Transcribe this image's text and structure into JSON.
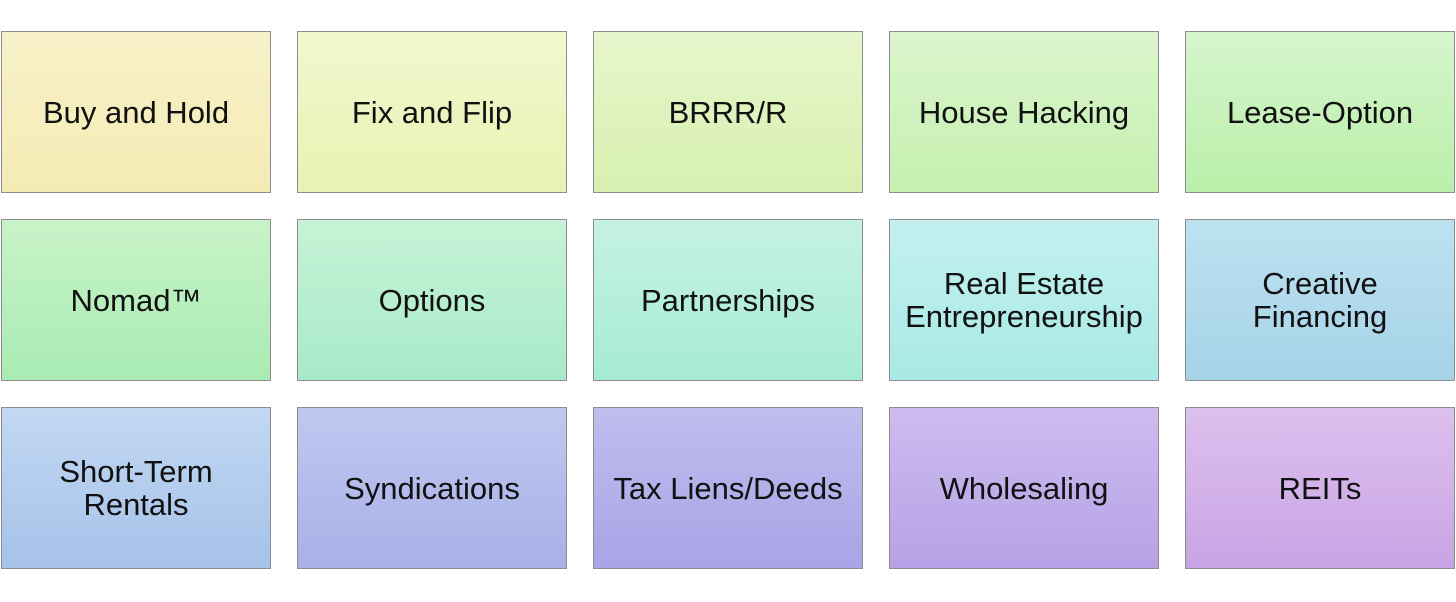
{
  "tiles": [
    {
      "label": "Buy and Hold",
      "top": "#f8f1c8",
      "bottom": "#f4ebb4"
    },
    {
      "label": "Fix and Flip",
      "top": "#f3f7cf",
      "bottom": "#e9f2b2"
    },
    {
      "label": "BRRR/R",
      "top": "#e7f6cc",
      "bottom": "#d7f0b0"
    },
    {
      "label": "House Hacking",
      "top": "#dbf5cc",
      "bottom": "#c5f0b0"
    },
    {
      "label": "Lease-Option",
      "top": "#d6f5cc",
      "bottom": "#b9efaa"
    },
    {
      "label": "Nomad™",
      "top": "#c8f3c8",
      "bottom": "#a9ebb3"
    },
    {
      "label": "Options",
      "top": "#c6f2d6",
      "bottom": "#a8ebc8"
    },
    {
      "label": "Partnerships",
      "top": "#c6f2e2",
      "bottom": "#a6ebd6"
    },
    {
      "label": "Real Estate\nEntrepreneurship",
      "top": "#c4f1ef",
      "bottom": "#a8e9e6"
    },
    {
      "label": "Creative\nFinancing",
      "top": "#bde2f0",
      "bottom": "#a6d2e8"
    },
    {
      "label": "Short-Term\nRentals",
      "top": "#c2d8f2",
      "bottom": "#a6c2ea"
    },
    {
      "label": "Syndications",
      "top": "#c0c8f0",
      "bottom": "#a8b0e8"
    },
    {
      "label": "Tax Liens/Deeds",
      "top": "#c0bdef",
      "bottom": "#a8a4e6"
    },
    {
      "label": "Wholesaling",
      "top": "#ccbcef",
      "bottom": "#b6a2e6"
    },
    {
      "label": "REITs",
      "top": "#dcc0ee",
      "bottom": "#c8a4e4"
    }
  ]
}
